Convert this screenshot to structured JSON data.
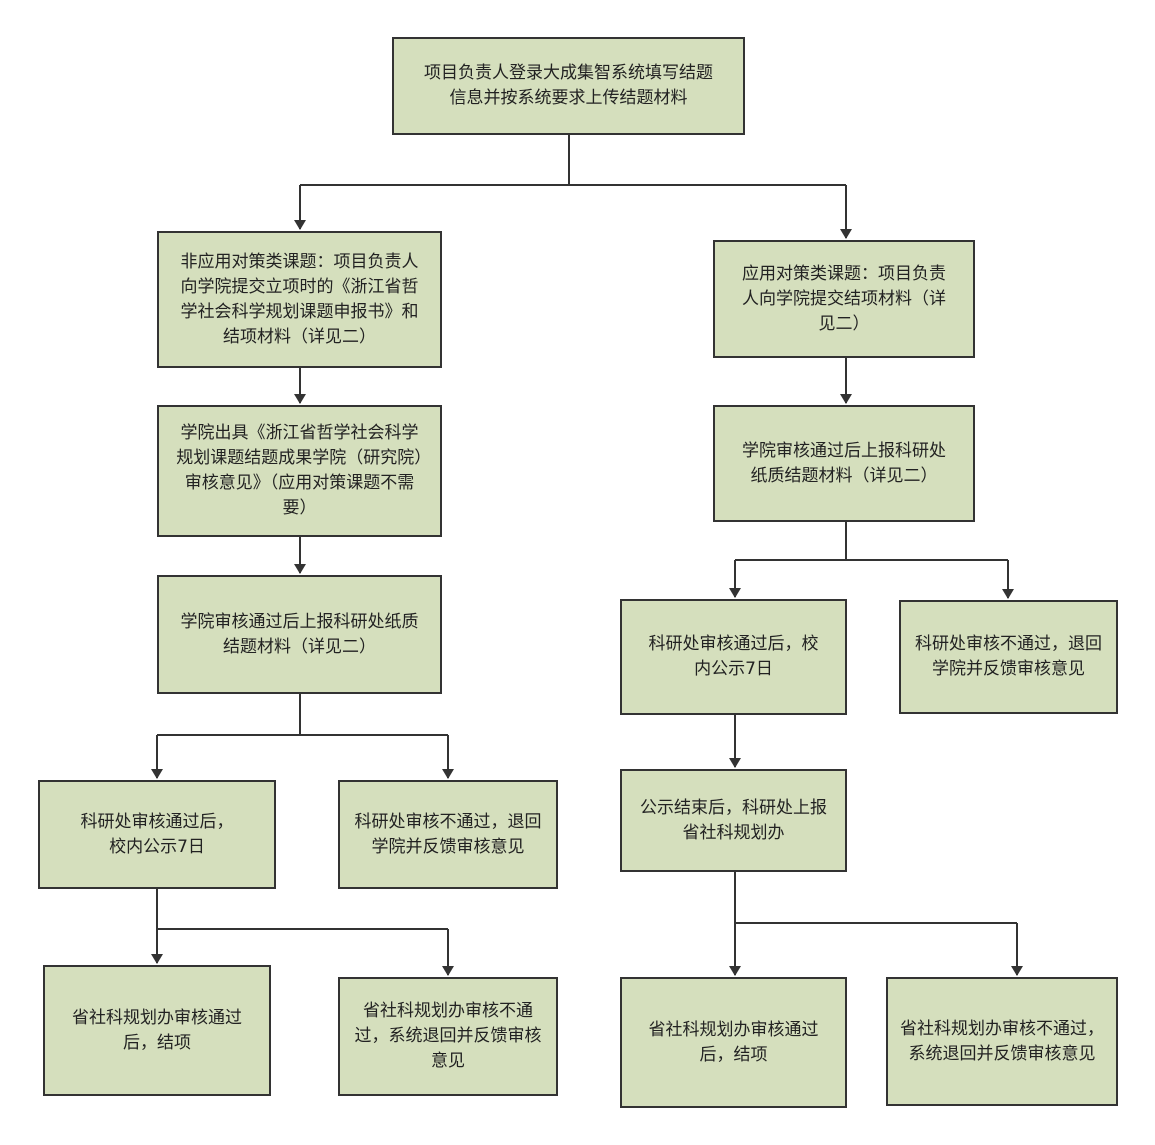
{
  "colors": {
    "box_fill": "#d5dfbd",
    "box_border": "#333333",
    "connector": "#333333"
  },
  "nodes": {
    "start": "项目负责人登录大成集智系统填写结题信息并按系统要求上传结题材料",
    "left_1": "非应用对策类课题：项目负责人向学院提交立项时的《浙江省哲学社会科学规划课题申报书》和结项材料（详见二）",
    "left_2": "学院出具《浙江省哲学社会科学规划课题结题成果学院（研究院）审核意见》（应用对策课题不需要）",
    "left_3": "学院审核通过后上报科研处纸质结题材料（详见二）",
    "left_pass": "科研处审核通过后，校内公示7日",
    "left_fail": "科研处审核不通过，退回学院并反馈审核意见",
    "left_final_pass": "省社科规划办审核通过后，结项",
    "left_final_fail": "省社科规划办审核不通过，系统退回并反馈审核意见",
    "right_1": "应用对策类课题：项目负责人向学院提交结项材料（详见二）",
    "right_2": "学院审核通过后上报科研处纸质结题材料（详见二）",
    "right_pass": "科研处审核通过后，校内公示7日",
    "right_fail": "科研处审核不通过，退回学院并反馈审核意见",
    "right_public": "公示结束后，科研处上报省社科规划办",
    "right_final_pass": "省社科规划办审核通过后，结项",
    "right_final_fail": "省社科规划办审核不通过，系统退回并反馈审核意见"
  }
}
